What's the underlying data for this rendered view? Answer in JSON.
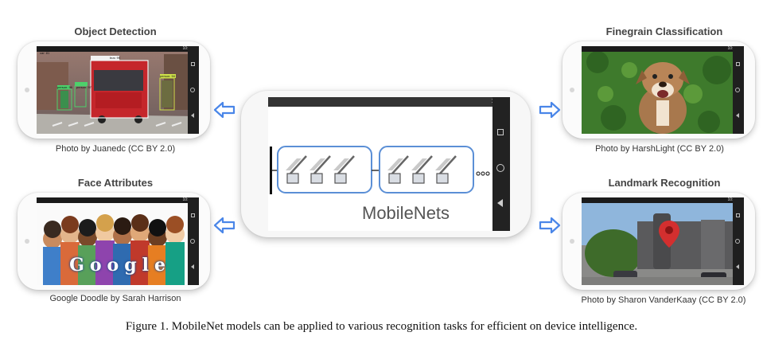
{
  "figure": {
    "caption": "Figure 1. MobileNet models can be applied to various recognition tasks for efficient on device intelligence.",
    "center_label": "MobileNets",
    "center_status_time": "10:50",
    "panels": {
      "object_detection": {
        "title": "Object Detection",
        "credit": "Photo by Juanedc (CC BY 2.0)",
        "status_time": "10:50",
        "box_labels": [
          "bus: 99",
          "person: 97",
          "person: 96",
          "person: 94",
          "car: 81"
        ]
      },
      "face_attributes": {
        "title": "Face Attributes",
        "credit": "Google Doodle by Sarah Harrison",
        "status_time": "10:50",
        "doodle_text": "Google"
      },
      "finegrain": {
        "title": "Finegrain Classification",
        "credit": "Photo by HarshLight (CC BY 2.0)",
        "status_time": "10:50"
      },
      "landmark": {
        "title": "Landmark Recognition",
        "credit": "Photo by Sharon VanderKaay (CC BY 2.0)",
        "status_time": "10:50"
      }
    },
    "colors": {
      "arrow": "#4a86e8",
      "block_border": "#5b8fd6",
      "pin": "#d32f2f"
    }
  }
}
